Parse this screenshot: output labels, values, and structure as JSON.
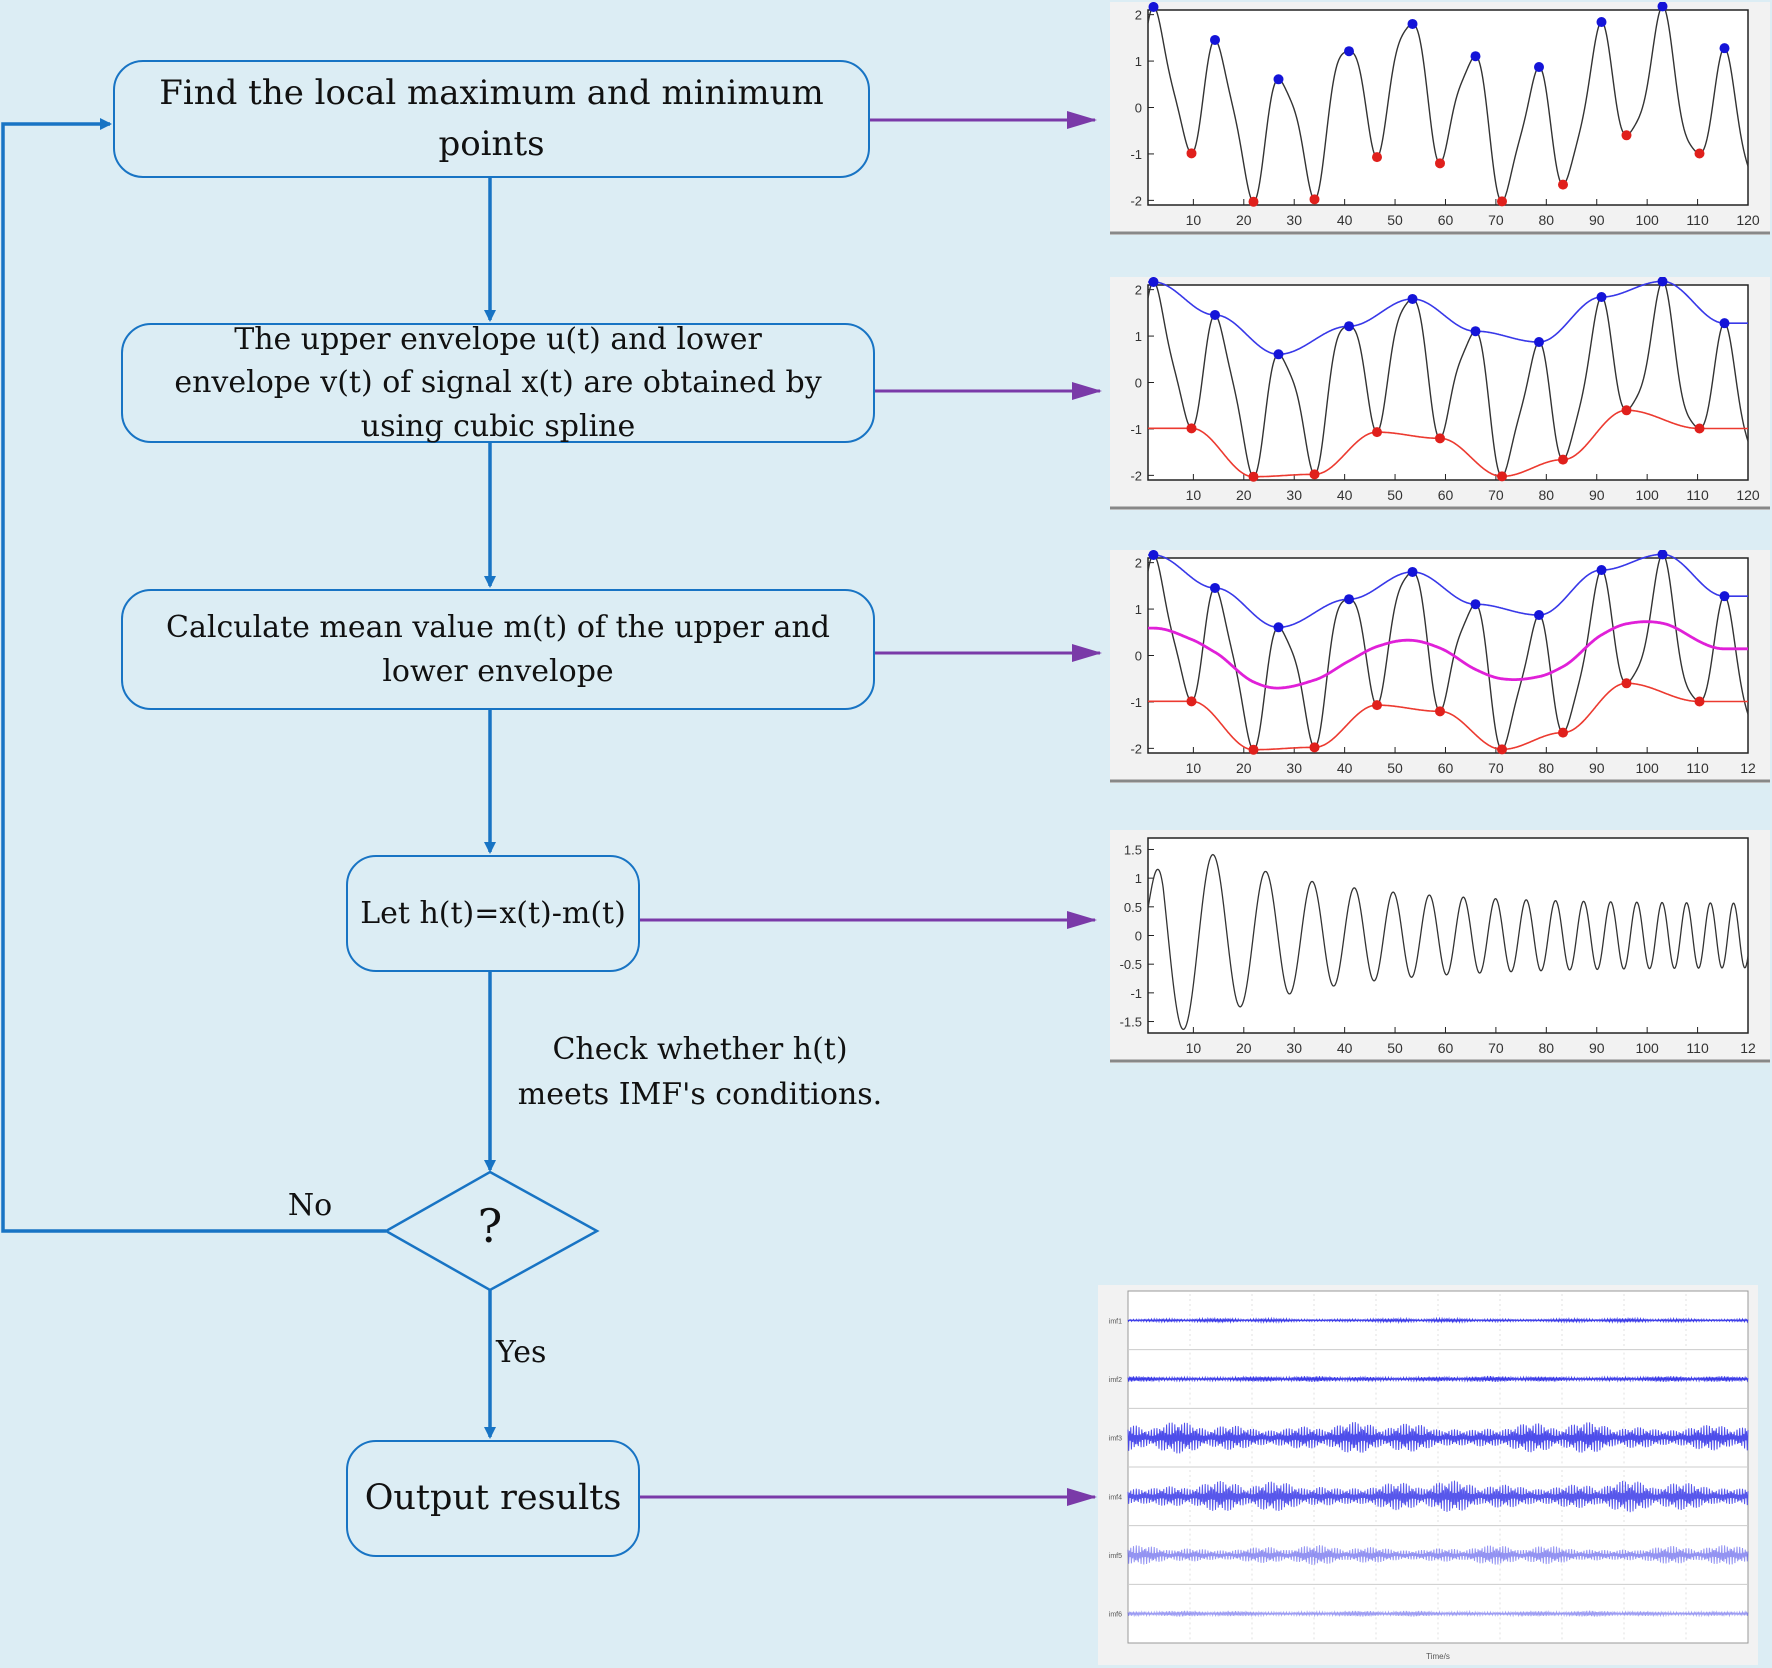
{
  "steps": {
    "find_extrema": "Find the local maximum and minimum points",
    "envelope": "The upper envelope u(t) and lower envelope v(t) of signal x(t) are obtained by using cubic spline",
    "mean": "Calculate mean value m(t) of the upper and lower envelope",
    "h": "Let h(t)=x(t)-m(t)",
    "output": "Output results"
  },
  "check_label": "Check whether h(t) meets IMF's conditions.",
  "decision_symbol": "?",
  "no_label": "No",
  "yes_label": "Yes",
  "colors": {
    "box_border": "#1874c4",
    "flow_arrow": "#1874c4",
    "output_arrow": "#7a3aa8",
    "signal": "#333333",
    "maxima": "#1414d8",
    "minima": "#e0201c",
    "upper_envelope": "#3838e8",
    "lower_envelope": "#ec3a30",
    "mean_envelope": "#e020d8",
    "imf": "#3a3ae8"
  },
  "chart_data": [
    {
      "type": "line",
      "name": "find_extrema_plot",
      "ylim": [
        -2.1,
        2.1
      ],
      "xlim": [
        1,
        120
      ],
      "yticks": [
        "2",
        "1",
        "0",
        "-1",
        "-2"
      ],
      "xticks": [
        "10",
        "20",
        "30",
        "40",
        "50",
        "60",
        "70",
        "80",
        "90",
        "100",
        "110",
        "120"
      ],
      "markers": [
        "maxima",
        "minima"
      ]
    },
    {
      "type": "line",
      "name": "envelope_plot",
      "ylim": [
        -2.1,
        2.1
      ],
      "xlim": [
        1,
        120
      ],
      "yticks": [
        "2",
        "1",
        "0",
        "-1",
        "-2"
      ],
      "xticks": [
        "10",
        "20",
        "30",
        "40",
        "50",
        "60",
        "70",
        "80",
        "90",
        "100",
        "110",
        "120"
      ],
      "curves": [
        "signal",
        "upper_envelope",
        "lower_envelope"
      ]
    },
    {
      "type": "line",
      "name": "mean_plot",
      "ylim": [
        -2.1,
        2.1
      ],
      "xlim": [
        1,
        120
      ],
      "yticks": [
        "2",
        "1",
        "0",
        "-1",
        "-2"
      ],
      "xticks": [
        "10",
        "20",
        "30",
        "40",
        "50",
        "60",
        "70",
        "80",
        "90",
        "100",
        "110",
        "12"
      ],
      "curves": [
        "signal",
        "upper_envelope",
        "lower_envelope",
        "mean_envelope"
      ]
    },
    {
      "type": "line",
      "name": "h_plot",
      "ylim": [
        -1.7,
        1.7
      ],
      "xlim": [
        1,
        120
      ],
      "yticks": [
        "1.5",
        "1",
        "0.5",
        "0",
        "-0.5",
        "-1",
        "-1.5"
      ],
      "xticks": [
        "10",
        "20",
        "30",
        "40",
        "50",
        "60",
        "70",
        "80",
        "90",
        "100",
        "110",
        "12"
      ],
      "curves": [
        "h"
      ]
    },
    {
      "type": "line",
      "name": "imf_plot",
      "rows": 6,
      "ylabels": [
        "imf1",
        "imf2",
        "imf3",
        "imf4",
        "imf5",
        "imf6"
      ],
      "xlabel": "Time/s"
    }
  ]
}
